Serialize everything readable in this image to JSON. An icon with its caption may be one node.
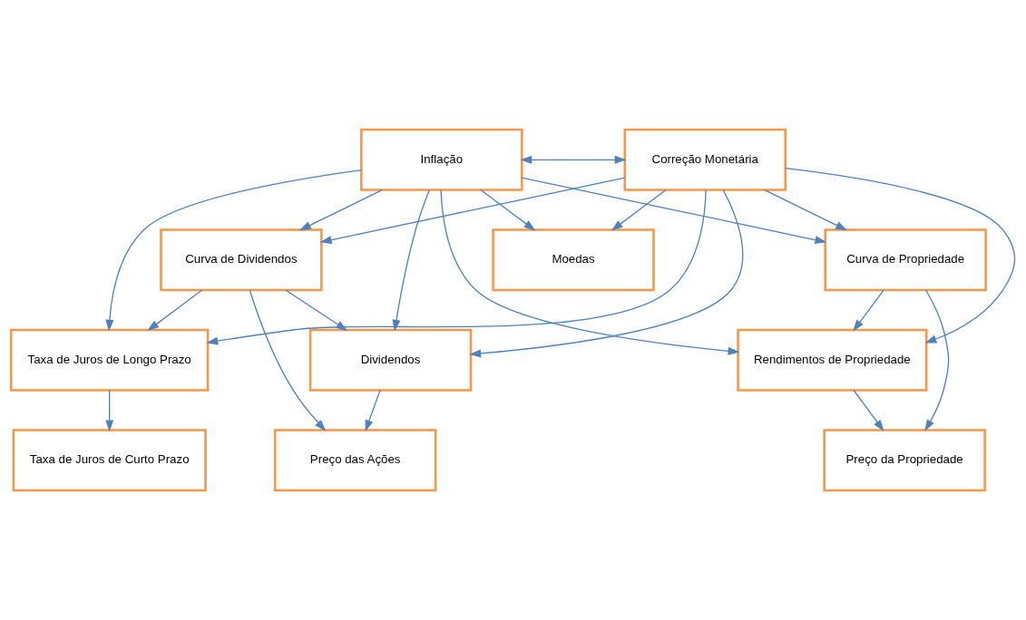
{
  "diagram": {
    "nodes": [
      {
        "text": [
          "Inflação"
        ]
      },
      {
        "text": [
          "Correção Monetária"
        ]
      },
      {
        "text": [
          "Taxa de Juros de Longo Prazo"
        ]
      },
      {
        "text": [
          "Curva de Dividendos"
        ]
      },
      {
        "text": [
          "Moedas"
        ]
      },
      {
        "text": [
          "Curva de Propriedade"
        ]
      },
      {
        "text": [
          "Taxa de Juros de Curto Prazo"
        ]
      },
      {
        "text": [
          "Dividendos"
        ]
      },
      {
        "text": [
          "Rendimentos de Propriedade"
        ]
      },
      {
        "text": [
          "Preço das Ações"
        ]
      },
      {
        "text": [
          "Preço da Propriedade"
        ]
      }
    ],
    "edges": [
      {
        "from": 0,
        "to": 1,
        "arrow": "both"
      },
      {
        "from": 0,
        "to": 2,
        "arrow": "to"
      },
      {
        "from": 1,
        "to": 2,
        "arrow": "to"
      },
      {
        "from": 0,
        "to": 3,
        "arrow": "to"
      },
      {
        "from": 1,
        "to": 3,
        "arrow": "to"
      },
      {
        "from": 0,
        "to": 4,
        "arrow": "to"
      },
      {
        "from": 1,
        "to": 4,
        "arrow": "to"
      },
      {
        "from": 0,
        "to": 5,
        "arrow": "to"
      },
      {
        "from": 1,
        "to": 5,
        "arrow": "to"
      },
      {
        "from": 0,
        "to": 7,
        "arrow": "to"
      },
      {
        "from": 1,
        "to": 7,
        "arrow": "to"
      },
      {
        "from": 0,
        "to": 8,
        "arrow": "to"
      },
      {
        "from": 1,
        "to": 8,
        "arrow": "to"
      },
      {
        "from": 3,
        "to": 2,
        "arrow": "to"
      },
      {
        "from": 2,
        "to": 6,
        "arrow": "to"
      },
      {
        "from": 3,
        "to": 7,
        "arrow": "to"
      },
      {
        "from": 3,
        "to": 9,
        "arrow": "to"
      },
      {
        "from": 7,
        "to": 9,
        "arrow": "to"
      },
      {
        "from": 5,
        "to": 8,
        "arrow": "to"
      },
      {
        "from": 8,
        "to": 10,
        "arrow": "to"
      },
      {
        "from": 5,
        "to": 10,
        "arrow": "to"
      }
    ]
  }
}
